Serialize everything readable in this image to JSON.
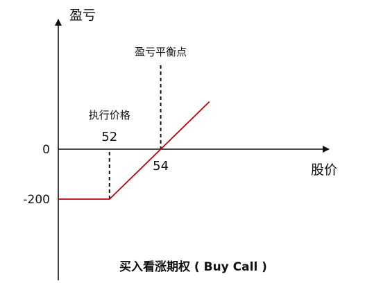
{
  "chart_data": {
    "type": "line",
    "title": "买入看涨期权 ( Buy Call )",
    "xlabel": "股价",
    "ylabel": "盈亏",
    "y_ticks": [
      {
        "value": 0,
        "label": "0"
      },
      {
        "value": -200,
        "label": "-200"
      }
    ],
    "series": [
      {
        "points": [
          {
            "x": 50.0,
            "y": -200
          },
          {
            "x": 52,
            "y": -200
          },
          {
            "x": 54,
            "y": 0
          },
          {
            "x": 55.9,
            "y": 190
          }
        ],
        "color": "#c0000a"
      }
    ],
    "annotations": [
      {
        "x": 52,
        "y": -200,
        "name": "执行价格",
        "value_label": "52"
      },
      {
        "x": 54,
        "y": 0,
        "name": "盈亏平衡点",
        "value_label": "54"
      }
    ],
    "axis_color": "#111111"
  }
}
